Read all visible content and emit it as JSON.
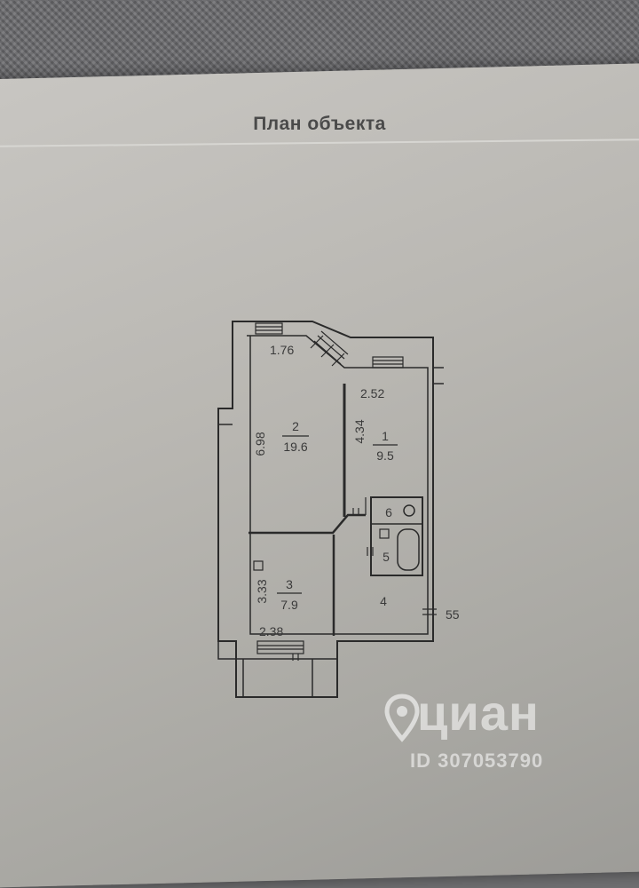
{
  "document": {
    "title": "План объекта"
  },
  "plan": {
    "rooms": [
      {
        "number": "1",
        "area": "9.5"
      },
      {
        "number": "2",
        "area": "19.6"
      },
      {
        "number": "3",
        "area": "7.9"
      },
      {
        "number": "4"
      },
      {
        "number": "5"
      },
      {
        "number": "6"
      }
    ],
    "dimensions": {
      "top_left": "1.76",
      "room2_height": "6.98",
      "room1_width": "2.52",
      "room1_height": "4.34",
      "room3_height": "3.33",
      "room3_width": "2.38",
      "side_mark": "55"
    }
  },
  "watermark": {
    "logo": "циан",
    "id": "ID 307053790"
  },
  "colors": {
    "line": "#2a2a2a",
    "paper": "#bdbbb6",
    "text": "#3a3a3a"
  }
}
